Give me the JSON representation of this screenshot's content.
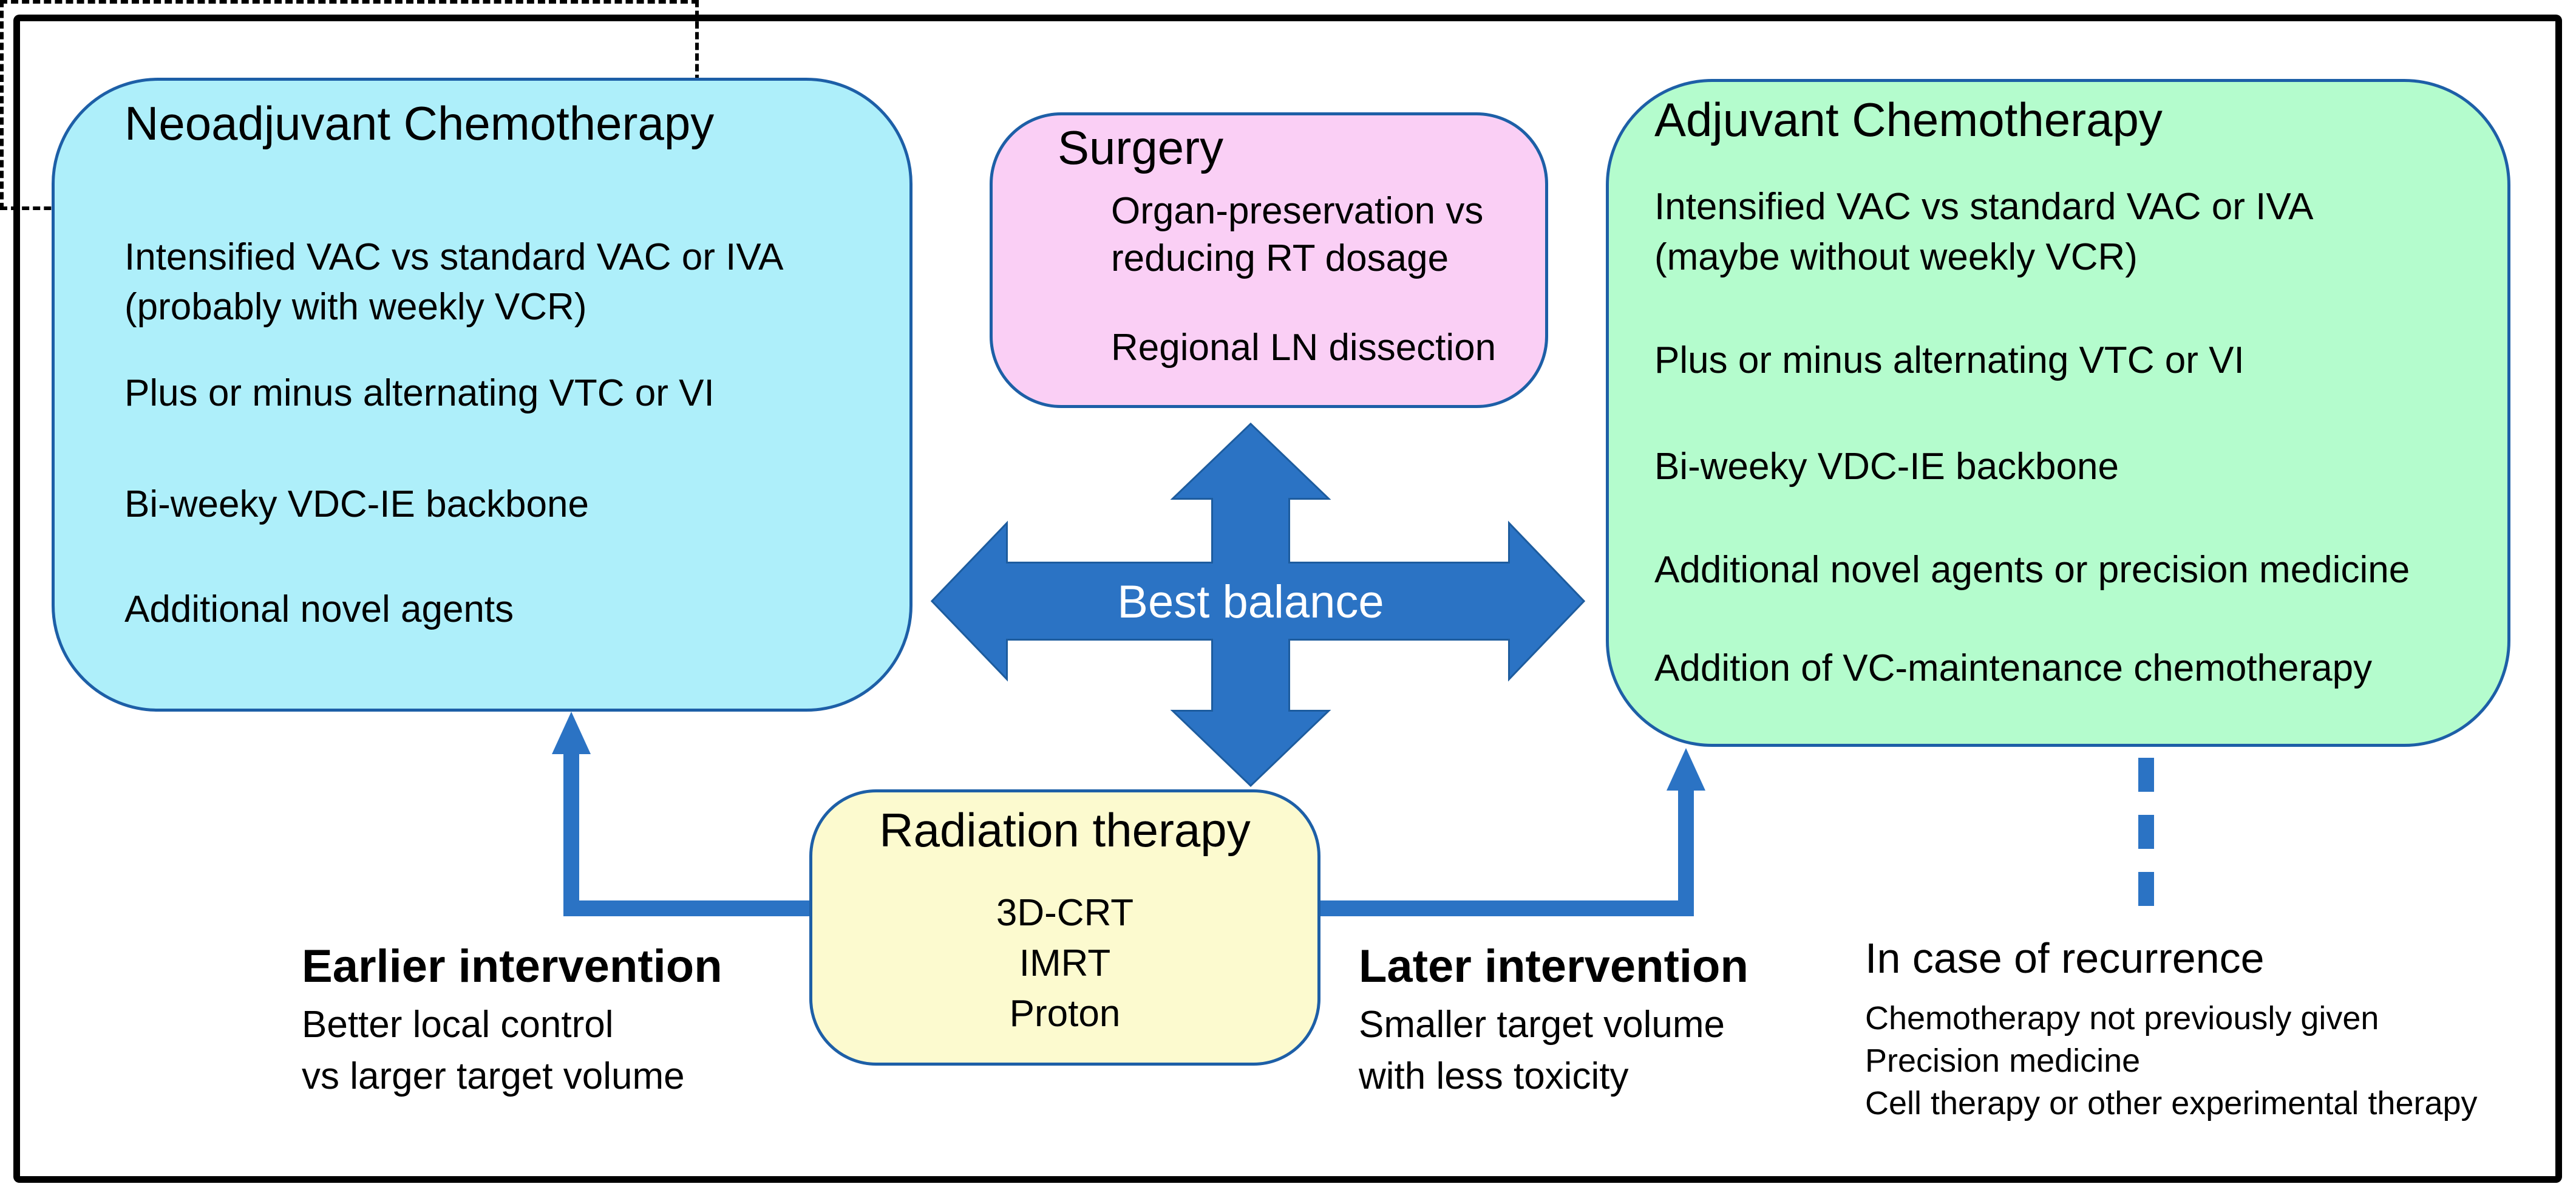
{
  "figure": {
    "description_label": "treatment-balance-diagram"
  },
  "boxes": {
    "neoadjuvant": {
      "title": "Neoadjuvant Chemotherapy",
      "lines": [
        "Intensified VAC vs standard VAC or IVA",
        "(probably with weekly VCR)",
        "Plus or minus alternating VTC or VI",
        "Bi-weeky VDC-IE backbone",
        "Additional novel agents"
      ]
    },
    "surgery": {
      "title": "Surgery",
      "lines": [
        "Organ-preservation vs",
        "reducing RT dosage",
        "Regional LN dissection"
      ]
    },
    "adjuvant": {
      "title": "Adjuvant Chemotherapy",
      "lines": [
        "Intensified VAC vs standard VAC or IVA",
        "(maybe without weekly VCR)",
        "Plus or minus alternating VTC or VI",
        "Bi-weeky VDC-IE backbone",
        "Additional novel agents or precision medicine",
        "Addition of VC-maintenance chemotherapy"
      ]
    },
    "radiation": {
      "title": "Radiation therapy",
      "lines": [
        "3D-CRT",
        "IMRT",
        "Proton"
      ]
    },
    "recurrence": {
      "title": "In case of recurrence",
      "lines": [
        "Chemotherapy not previously given",
        "Precision medicine",
        "Cell therapy or other experimental therapy"
      ]
    }
  },
  "center_cross": {
    "label": "Best balance"
  },
  "annotations": {
    "earlier": {
      "title": "Earlier intervention",
      "lines": [
        "Better local control",
        "vs larger target volume"
      ]
    },
    "later": {
      "title": "Later intervention",
      "lines": [
        "Smaller target volume",
        "with less toxicity"
      ]
    }
  },
  "colors": {
    "cyan-fill": "#aeeffa",
    "pink-fill": "#facff5",
    "green-fill": "#b4fccd",
    "yellow-fill": "#fcfacf",
    "box-border": "#1d5fa7",
    "arrow-fill": "#2b73c4",
    "arrow-stroke": "#1d5c9e",
    "frame-color": "#000000"
  }
}
